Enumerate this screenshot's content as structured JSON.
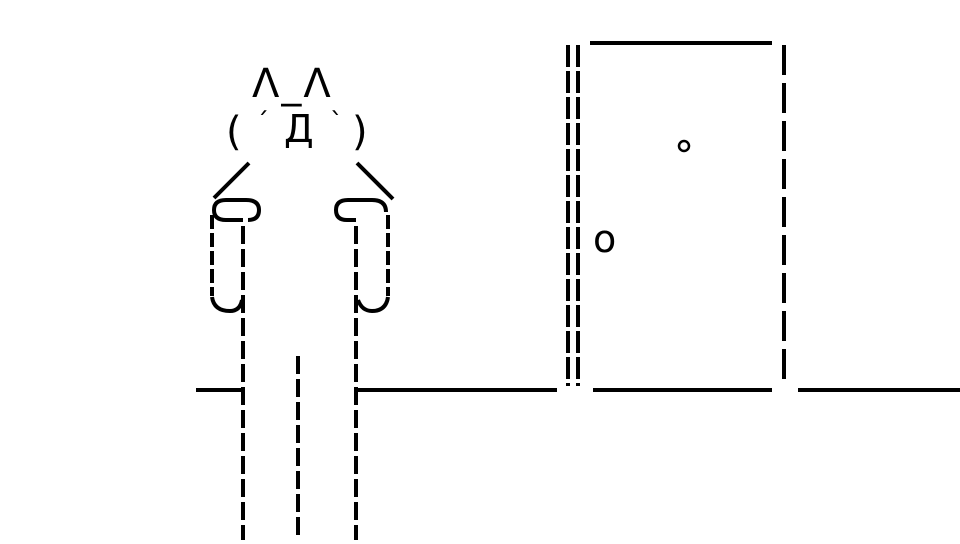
{
  "colors": {
    "ink": "#000000",
    "background": "#ffffff"
  },
  "figure": {
    "ears": "Λ_Λ",
    "left_cheek": "(",
    "right_cheek": ")",
    "left_eye": "´",
    "right_eye": "`",
    "mouth": "Д"
  },
  "door": {
    "knob": "o"
  }
}
